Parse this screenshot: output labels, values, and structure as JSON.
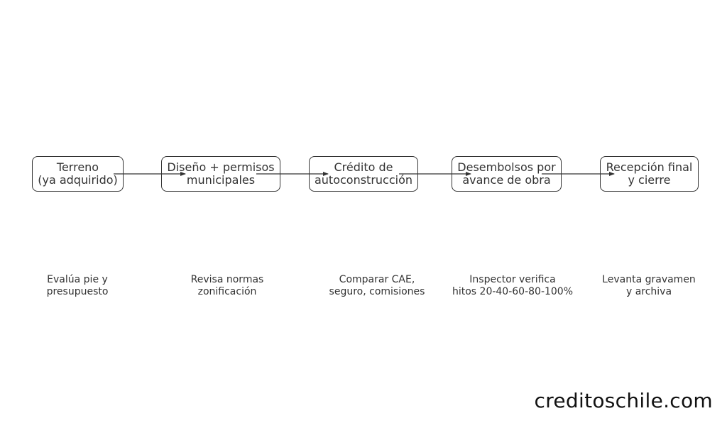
{
  "steps": [
    {
      "line1": "Terreno",
      "line2": "(ya adquirido)",
      "note1": "Evalúa pie y",
      "note2": "presupuesto"
    },
    {
      "line1": "Diseño + permisos",
      "line2": "municipales",
      "note1": "Revisa normas",
      "note2": "zonificación"
    },
    {
      "line1": "Crédito de",
      "line2": "autoconstrucción",
      "note1": "Comparar CAE,",
      "note2": "seguro, comisiones"
    },
    {
      "line1": "Desembolsos por",
      "line2": "avance de obra",
      "note1": "Inspector verifica",
      "note2": "hitos 20-40-60-80-100%"
    },
    {
      "line1": "Recepción final",
      "line2": "y cierre",
      "note1": "Levanta gravamen",
      "note2": "y archiva"
    }
  ],
  "watermark": "creditoschile.com",
  "colors": {
    "stroke": "#333333",
    "text": "#333333",
    "watermark": "#111111"
  }
}
